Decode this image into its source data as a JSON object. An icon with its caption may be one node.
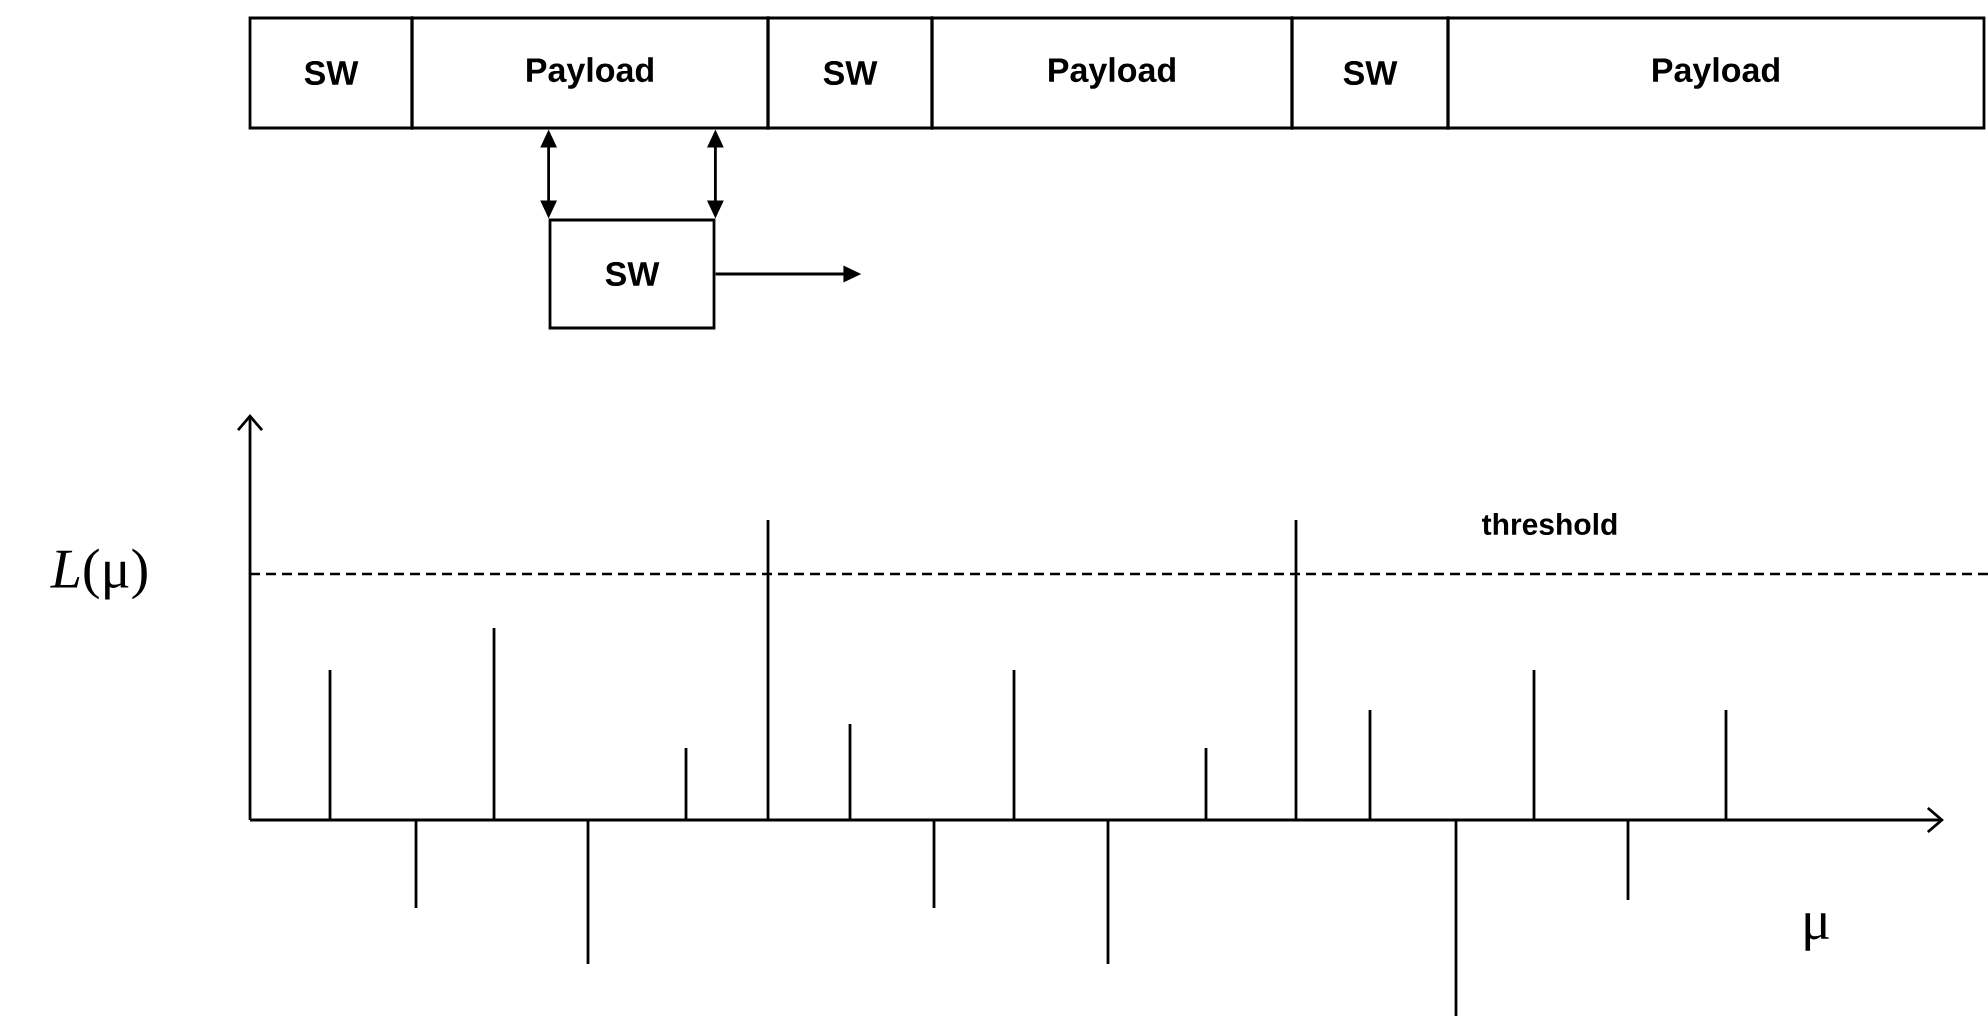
{
  "diagram": {
    "nodes": [
      {
        "text": [
          "SW"
        ]
      },
      {
        "text": [
          "Payload"
        ]
      },
      {
        "text": [
          "SW"
        ]
      },
      {
        "text": [
          "Payload"
        ]
      },
      {
        "text": [
          "SW"
        ]
      },
      {
        "text": [
          "Payload"
        ]
      },
      {
        "text": [
          "SW"
        ]
      }
    ],
    "edges": [
      {
        "from": 1,
        "to": 6,
        "arrow": "both"
      },
      {
        "from": 1,
        "to": 6,
        "arrow": "both"
      },
      {
        "from": 6,
        "to": null,
        "arrow": "to"
      }
    ],
    "labels": [
      "threshold",
      "*L*(μ)",
      "μ"
    ]
  }
}
